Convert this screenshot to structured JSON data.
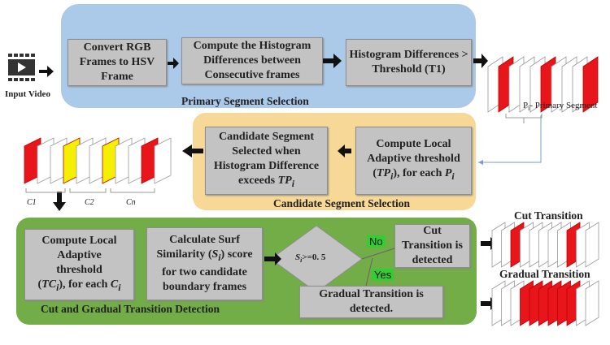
{
  "colors": {
    "primary_panel": "#abc9e9",
    "candidate_panel": "#f8d896",
    "detection_panel": "#72ad47",
    "box": "#c3c3c3",
    "red_frame": "#e8161b",
    "yellow_frame": "#f4f000"
  },
  "input_video": {
    "label": "Input Video",
    "icon": "video-play-icon"
  },
  "primary": {
    "title": "Primary Segment Selection",
    "steps": [
      "Convert RGB Frames to HSV Frame",
      "Compute the Histogram Differences between Consecutive frames",
      "Histogram Differences > Threshold (T1)"
    ],
    "output_label": "Pi- Primary Segment",
    "output_label_main": "P",
    "output_label_sub": "i",
    "output_label_rest": "- Primary Segment",
    "frames": "wrwwwrwwwr"
  },
  "candidate": {
    "title": "Candidate Segment Selection",
    "compute_lines": [
      "Compute Local",
      "Adaptive threshold"
    ],
    "compute_var": "TP",
    "compute_var_sub": "i",
    "compute_suffix": "), for each ",
    "compute_each": "P",
    "compute_each_sub": "i",
    "select_lines": [
      "Candidate Segment",
      "Selected  when",
      "Histogram Difference"
    ],
    "select_last": "exceeds ",
    "select_var": "TP",
    "select_var_sub": "i",
    "frames": "rwwywwywwrw",
    "segment_labels": [
      "C1",
      "C2",
      "Cn"
    ]
  },
  "detection": {
    "title": "Cut and Gradual Transition Detection",
    "threshold_lines": [
      "Compute Local",
      "Adaptive",
      "threshold"
    ],
    "threshold_var": "TC",
    "threshold_var_sub": "i",
    "threshold_suffix": "), for each ",
    "threshold_each": "C",
    "threshold_each_sub": "i",
    "surf_line1": "Calculate Surf",
    "surf_line2a": "Similarity (",
    "surf_var": "S",
    "surf_var_sub": "i",
    "surf_line2b": ")  score",
    "surf_line3": "for two candidate",
    "surf_line4": "boundary frames",
    "decision_var": "S",
    "decision_sub": "i",
    "decision_rest": ">=0. 5",
    "no_label": "No",
    "yes_label": "Yes",
    "cut_result": "Cut Transition is detected",
    "gradual_result": "Gradual Transition is detected."
  },
  "outputs": {
    "cut_title": "Cut Transition",
    "cut_frames": "wwrwwwwwrww",
    "gradual_title": "Gradual Transition",
    "gradual_frames": "wwwrrrrrrww"
  }
}
